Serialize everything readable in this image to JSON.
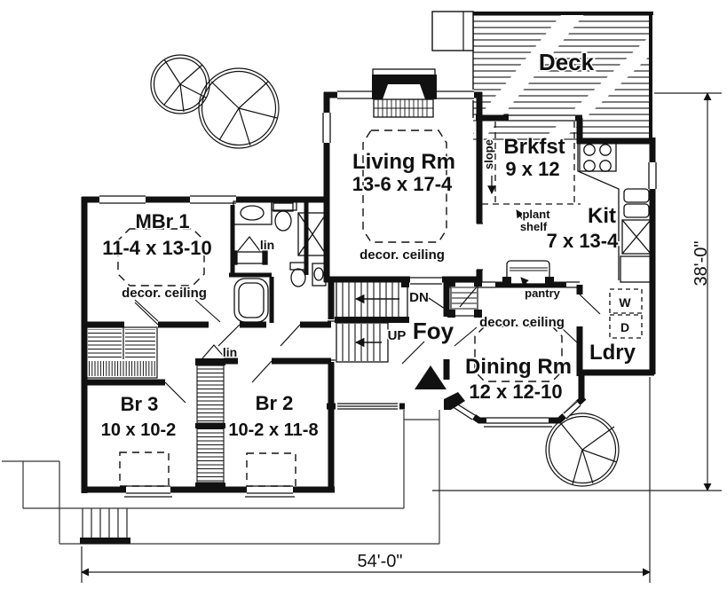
{
  "drawing": {
    "type": "floor-plan",
    "paper_color": "#ffffff",
    "ink_color": "#111111"
  },
  "rooms": {
    "deck": {
      "name": "Deck"
    },
    "living": {
      "name": "Living Rm",
      "size": "13-6 x 17-4",
      "ceiling": "decor. ceiling"
    },
    "brkfst": {
      "name": "Brkfst",
      "size": "9 x 12"
    },
    "kit": {
      "name": "Kit",
      "size": "7 x 13-4"
    },
    "mbr1": {
      "name": "MBr 1",
      "size": "11-4 x 13-10",
      "ceiling": "decor. ceiling"
    },
    "br3": {
      "name": "Br 3",
      "size": "10 x 10-2"
    },
    "br2": {
      "name": "Br 2",
      "size": "10-2 x 11-8"
    },
    "dining": {
      "name": "Dining Rm",
      "size": "12 x 12-10",
      "ceiling": "decor. ceiling"
    },
    "foyer": {
      "name": "Foy"
    },
    "laundry": {
      "name": "Ldry"
    }
  },
  "annotations": {
    "slope": "slope",
    "plant_shelf": [
      "plant",
      "shelf"
    ],
    "pantry": "pantry",
    "linen_bath": "lin",
    "linen_hall": "lin",
    "stairs_down": "DN",
    "stairs_up": "UP",
    "washer": "W",
    "dryer": "D"
  },
  "dimensions": {
    "overall_width": "54'-0\"",
    "overall_depth": "38'-0\""
  }
}
